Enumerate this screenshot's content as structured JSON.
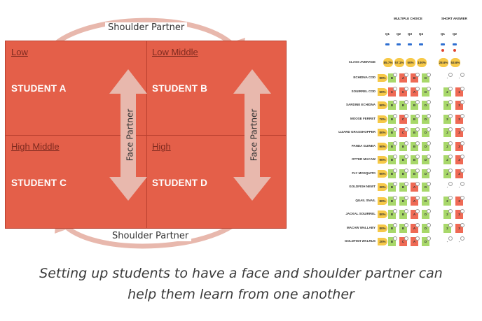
{
  "diagram": {
    "top_partner_label": "Shoulder Partner",
    "bottom_partner_label": "Shoulder Partner",
    "face_partner_label": "Face Partner",
    "cells": [
      {
        "level": "Low",
        "student": "STUDENT A"
      },
      {
        "level": "Low Middle",
        "student": "STUDENT B"
      },
      {
        "level": "High Middle",
        "student": "STUDENT C"
      },
      {
        "level": "High",
        "student": "STUDENT D"
      }
    ],
    "colors": {
      "quad": "#e45f49",
      "arrow": "#e8b8ad",
      "level_text": "#7f2a1f"
    }
  },
  "table": {
    "group_headers": [
      "MULTIPLE CHOICE",
      "SHORT ANSWER"
    ],
    "mc_questions": [
      "Q1",
      "Q2",
      "Q3",
      "Q4"
    ],
    "sa_questions": [
      "Q1",
      "Q2"
    ],
    "average_label": "CLASS AVERAGE",
    "average_values": [
      "85.7%",
      "57.1%",
      "50%",
      "100%",
      "28.6%",
      "53.6%"
    ],
    "rows": [
      {
        "name": "ECHIDNA COD",
        "pct": "90%",
        "answers": [
          "B",
          "A",
          "B",
          "D"
        ],
        "status": [
          "c",
          "w",
          "w",
          "c"
        ],
        "short": [
          "-",
          "-"
        ],
        "sstatus": [
          "n",
          "n"
        ]
      },
      {
        "name": "SOUIRREL COD",
        "pct": "50%",
        "answers": [
          "C",
          "C",
          "A",
          "D"
        ],
        "status": [
          "w",
          "w",
          "w",
          "c"
        ],
        "short": [
          "2",
          "1"
        ],
        "sstatus": [
          "c",
          "w"
        ]
      },
      {
        "name": "SARDINE ECHIDNA",
        "pct": "90%",
        "answers": [
          "B",
          "B",
          "B",
          "D"
        ],
        "status": [
          "c",
          "c",
          "c",
          "c"
        ],
        "short": [
          "2",
          "3"
        ],
        "sstatus": [
          "c",
          "w"
        ]
      },
      {
        "name": "MOOSE FERRET",
        "pct": "70%",
        "answers": [
          "B",
          "C",
          "B",
          "D"
        ],
        "status": [
          "c",
          "w",
          "c",
          "c"
        ],
        "short": [
          "2",
          "3"
        ],
        "sstatus": [
          "c",
          "w"
        ]
      },
      {
        "name": "LIZARD GRASSHOPPER",
        "pct": "80%",
        "answers": [
          "B",
          "C",
          "B",
          "D"
        ],
        "status": [
          "c",
          "w",
          "c",
          "c"
        ],
        "short": [
          "2",
          "3"
        ],
        "sstatus": [
          "c",
          "w"
        ]
      },
      {
        "name": "PANDA GUINEA",
        "pct": "90%",
        "answers": [
          "B",
          "B",
          "B",
          "D"
        ],
        "status": [
          "c",
          "c",
          "c",
          "c"
        ],
        "short": [
          "2",
          "3"
        ],
        "sstatus": [
          "c",
          "w"
        ]
      },
      {
        "name": "OTTER MACAW",
        "pct": "90%",
        "answers": [
          "B",
          "B",
          "B",
          "D"
        ],
        "status": [
          "c",
          "c",
          "c",
          "c"
        ],
        "short": [
          "2",
          "3"
        ],
        "sstatus": [
          "c",
          "w"
        ]
      },
      {
        "name": "FLY MOSQUITO",
        "pct": "90%",
        "answers": [
          "B",
          "B",
          "B",
          "D"
        ],
        "status": [
          "c",
          "c",
          "c",
          "c"
        ],
        "short": [
          "2",
          "3"
        ],
        "sstatus": [
          "c",
          "w"
        ]
      },
      {
        "name": "GOLDFISH NEWT",
        "pct": "30%",
        "answers": [
          "B",
          "B",
          "A",
          "D"
        ],
        "status": [
          "c",
          "c",
          "w",
          "c"
        ],
        "short": [
          "-",
          "-"
        ],
        "sstatus": [
          "n",
          "n"
        ]
      },
      {
        "name": "QUAIL SNAIL",
        "pct": "80%",
        "answers": [
          "B",
          "B",
          "A",
          "D"
        ],
        "status": [
          "c",
          "c",
          "w",
          "c"
        ],
        "short": [
          "2",
          "3"
        ],
        "sstatus": [
          "c",
          "w"
        ]
      },
      {
        "name": "JACKAL SOUIRREL",
        "pct": "80%",
        "answers": [
          "B",
          "B",
          "A",
          "D"
        ],
        "status": [
          "c",
          "c",
          "w",
          "c"
        ],
        "short": [
          "2",
          "3"
        ],
        "sstatus": [
          "c",
          "w"
        ]
      },
      {
        "name": "MACAW WALLABY",
        "pct": "80%",
        "answers": [
          "B",
          "B",
          "A",
          "D"
        ],
        "status": [
          "c",
          "c",
          "w",
          "c"
        ],
        "short": [
          "2",
          "3"
        ],
        "sstatus": [
          "c",
          "w"
        ]
      },
      {
        "name": "GOLDFISH WALRUS",
        "pct": "20%",
        "answers": [
          "B",
          "C",
          "A",
          "D"
        ],
        "status": [
          "c",
          "w",
          "w",
          "c"
        ],
        "short": [
          "-",
          "-"
        ],
        "sstatus": [
          "n",
          "n"
        ]
      }
    ],
    "colors": {
      "correct": "#a8d86a",
      "wrong": "#ef6a55",
      "average": "#f7c948",
      "icon": "#2f6fd1",
      "alert": "#e0452f"
    }
  },
  "caption": {
    "line1": "Setting up students to have a face and shoulder partner can",
    "line2": "help them learn from one another"
  }
}
